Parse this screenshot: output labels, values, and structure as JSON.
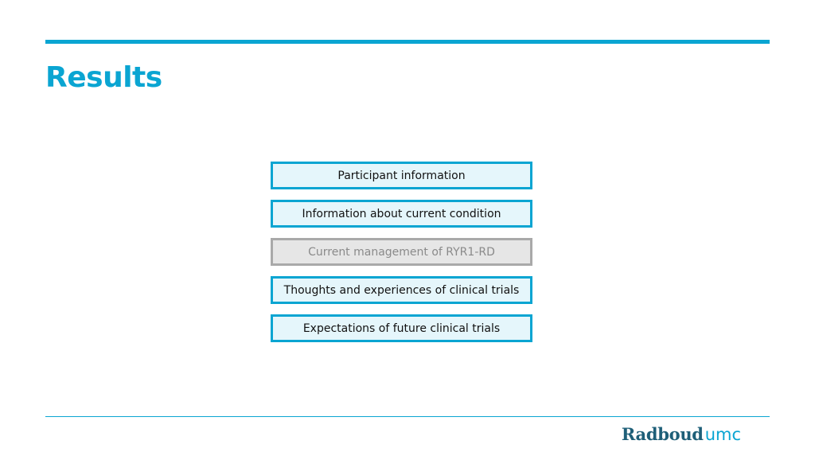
{
  "slide": {
    "title": "Results",
    "accent_color": "#0aa5d2",
    "boxes": [
      {
        "label": "Participant information",
        "state": "active"
      },
      {
        "label": "Information about current condition",
        "state": "active"
      },
      {
        "label": "Current management of RYR1-RD",
        "state": "muted"
      },
      {
        "label": "Thoughts and experiences of clinical trials",
        "state": "active"
      },
      {
        "label": "Expectations of future clinical trials",
        "state": "active"
      }
    ]
  },
  "footer": {
    "logo_part1": "Radboud",
    "logo_part2": "umc"
  }
}
